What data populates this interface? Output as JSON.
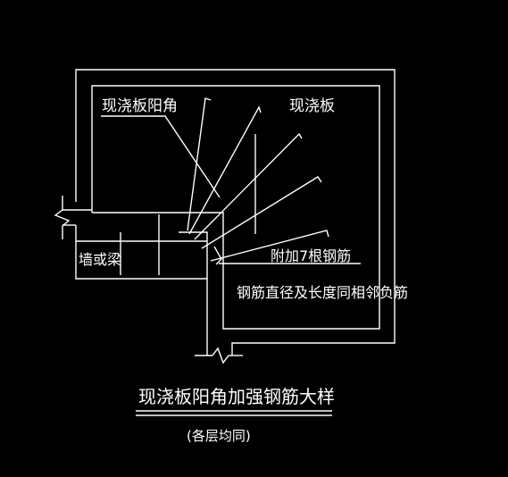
{
  "drawing": {
    "background": "#000000",
    "line_color": "#ffffff",
    "labels": {
      "slab_convex_corner": "现浇板阳角",
      "cast_slab": "现浇板",
      "wall_or_beam": "墙或梁",
      "additional_bars": "附加7根钢筋",
      "bar_note": "钢筋直径及长度同相邻负筋"
    },
    "title": "现浇板阳角加强钢筋大样",
    "subtitle": "(各层均同)"
  }
}
